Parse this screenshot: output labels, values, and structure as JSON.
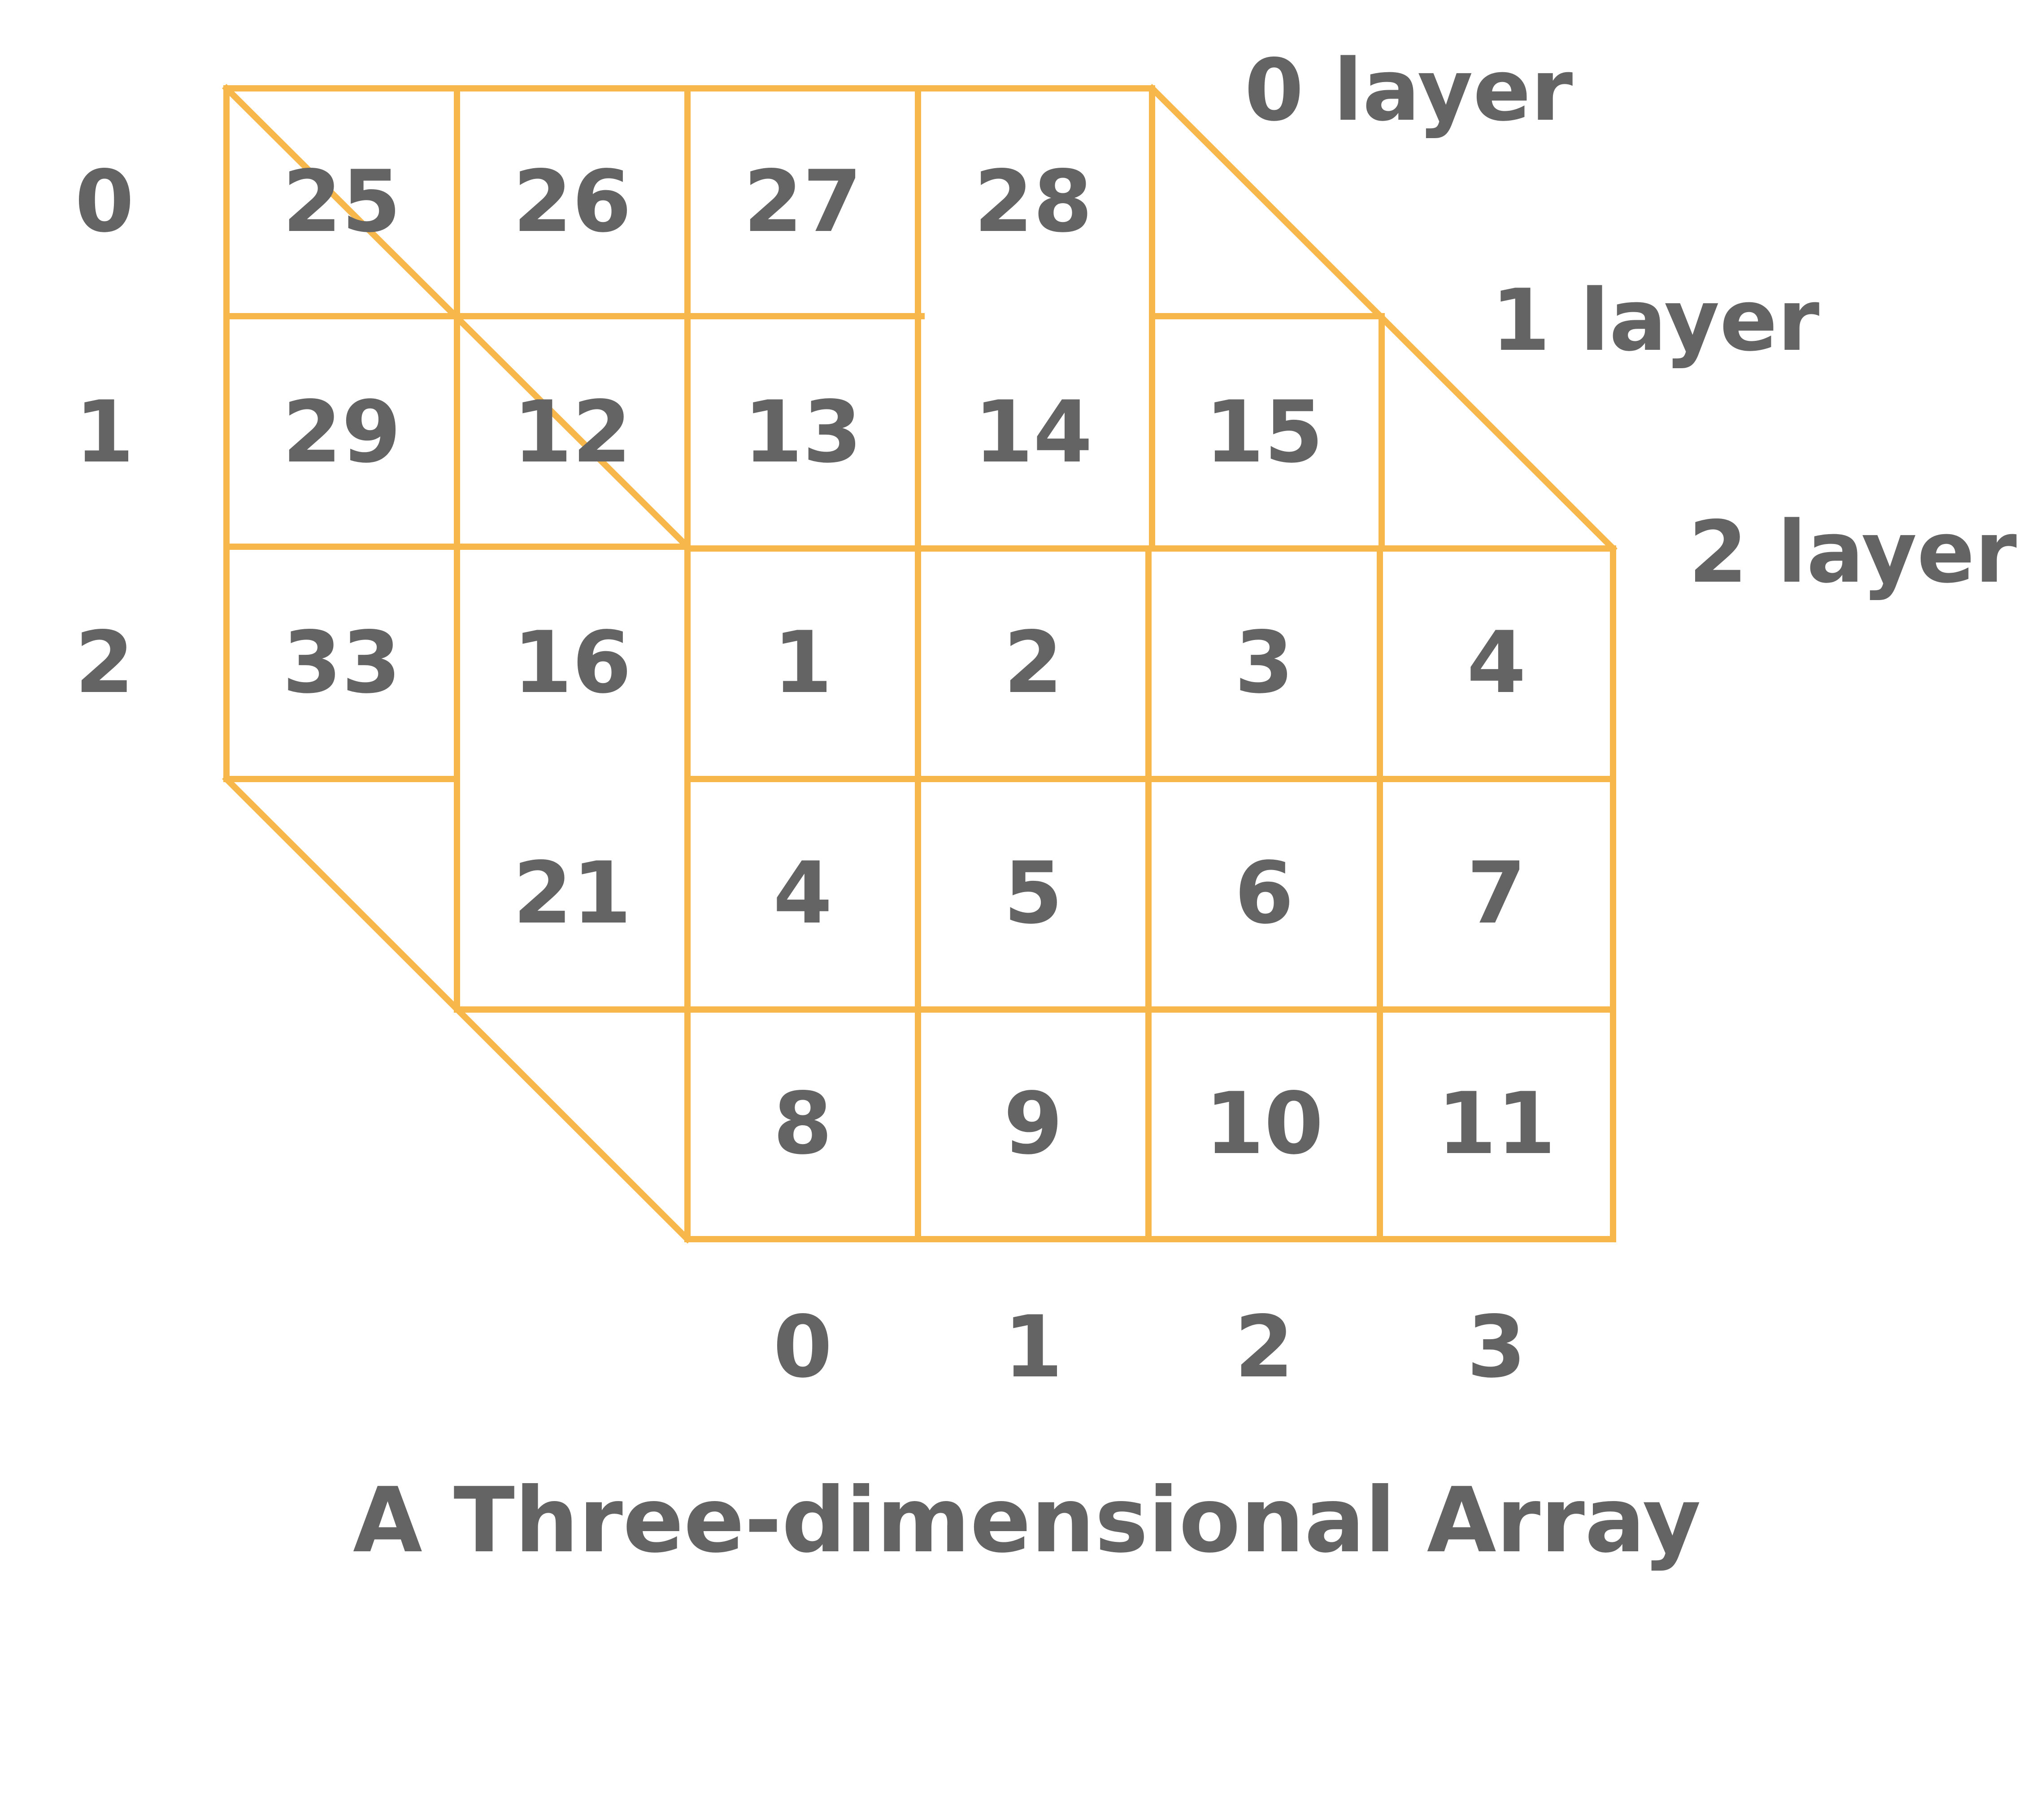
{
  "caption": "A Three-dimensional Array",
  "layer_labels": [
    "0 layer",
    "1 layer",
    "2 layer"
  ],
  "row_labels": [
    "0",
    "1",
    "2"
  ],
  "column_labels": [
    "0",
    "1",
    "2",
    "3"
  ],
  "colors": {
    "grid": "#F7B74A",
    "text": "#646464",
    "background": "#FFFFFF"
  },
  "layers": [
    {
      "name": "0 layer",
      "rows": [
        [
          "25",
          "26",
          "27",
          "28"
        ],
        [
          "29",
          "",
          "",
          ""
        ],
        [
          "33",
          "",
          "",
          ""
        ]
      ]
    },
    {
      "name": "1 layer",
      "rows": [
        [
          "12",
          "13",
          "14",
          "15"
        ],
        [
          "16",
          "",
          "",
          ""
        ],
        [
          "21",
          "",
          "",
          ""
        ]
      ]
    },
    {
      "name": "2 layer",
      "rows": [
        [
          "1",
          "2",
          "3",
          "4"
        ],
        [
          "4",
          "5",
          "6",
          "7"
        ],
        [
          "8",
          "9",
          "10",
          "11"
        ]
      ]
    }
  ]
}
